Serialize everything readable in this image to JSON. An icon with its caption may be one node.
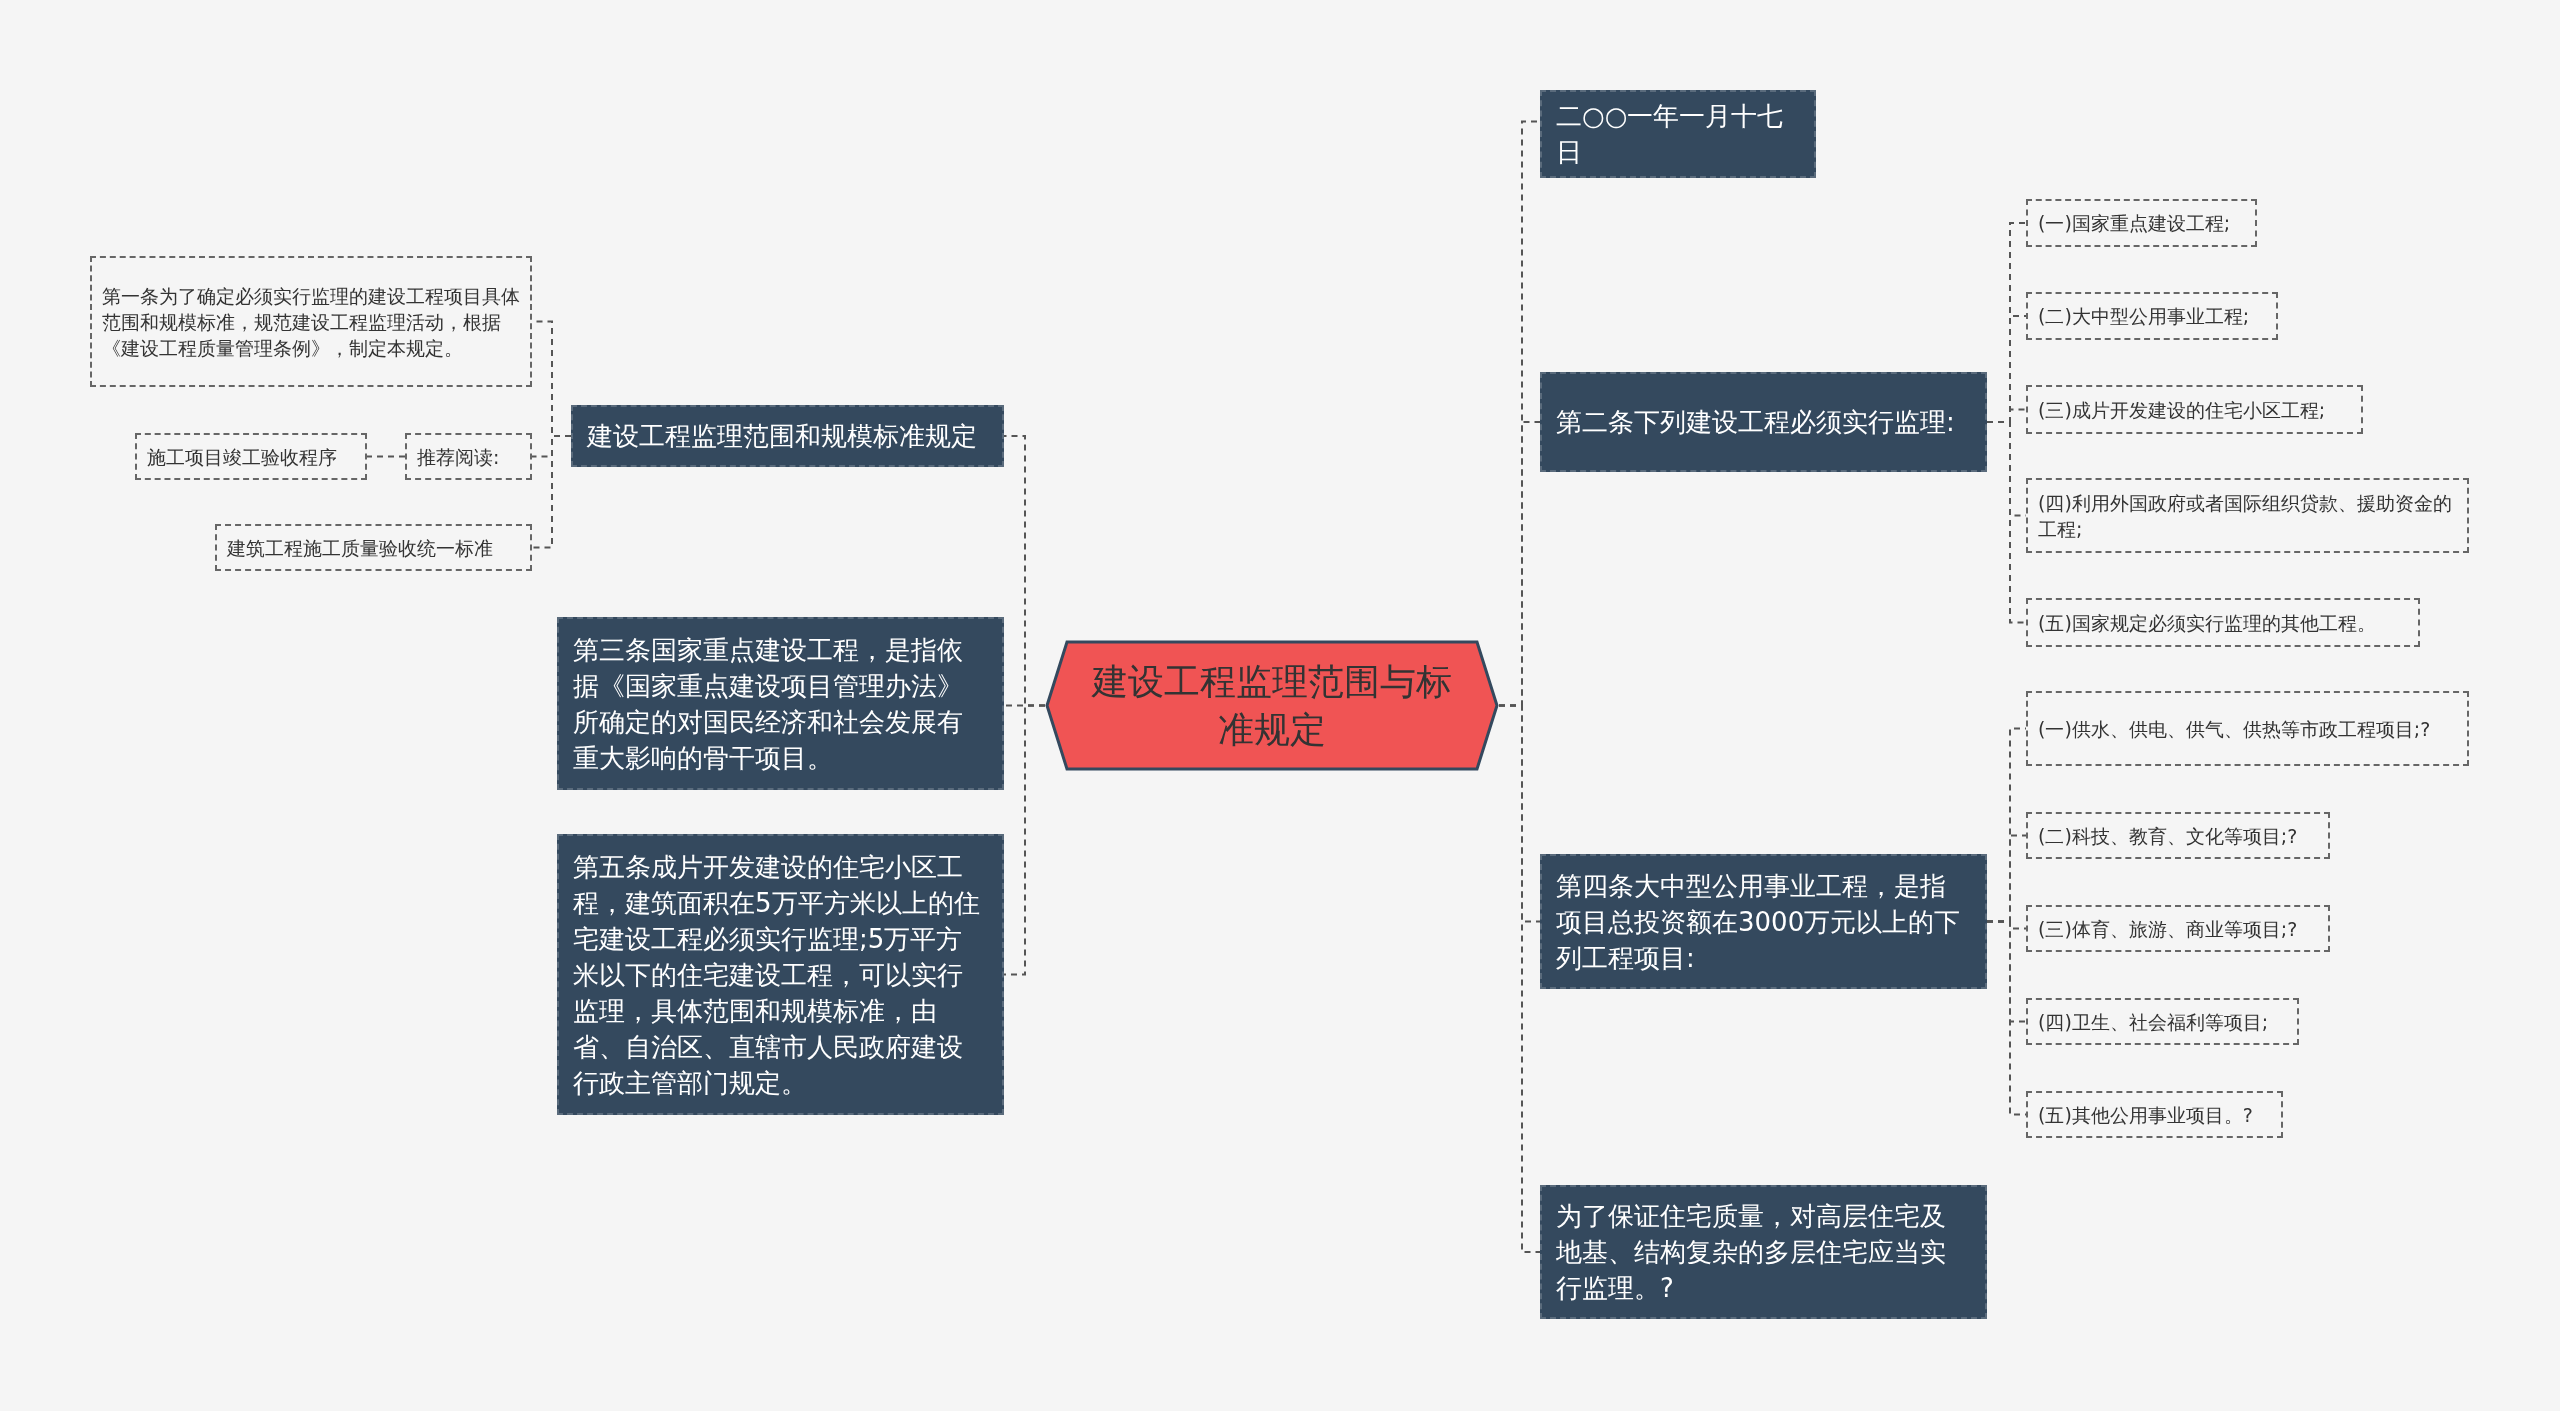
{
  "diagram": {
    "nodes": [
      {
        "text": [
          "建设工程监理范围与标准规定"
        ]
      },
      {
        "text": [
          "建设工程监理范围和规模标准规定"
        ]
      },
      {
        "text": [
          "第一条为了确定必须实行监理的建设工程项目具体范围和规模标准，规范建设工程监理活动，根据《建设工程质量管理条例》，制定本规定。"
        ]
      },
      {
        "text": [
          "推荐阅读:"
        ]
      },
      {
        "text": [
          "施工项目竣工验收程序"
        ]
      },
      {
        "text": [
          "建筑工程施工质量验收统一标准"
        ]
      },
      {
        "text": [
          "第三条国家重点建设工程，是指依据《国家重点建设项目管理办法》所确定的对国民经济和社会发展有重大影响的骨干项目。"
        ]
      },
      {
        "text": [
          "第五条成片开发建设的住宅小区工程，建筑面积在5万平方米以上的住宅建设工程必须实行监理;5万平方米以下的住宅建设工程，可以实行监理，具体范围和规模标准，由省、自治区、直辖市人民政府建设行政主管部门规定。"
        ]
      },
      {
        "text": [
          "二○○一年一月十七日"
        ]
      },
      {
        "text": [
          "第二条下列建设工程必须实行监理:"
        ]
      },
      {
        "text": [
          "(一)国家重点建设工程;"
        ]
      },
      {
        "text": [
          "(二)大中型公用事业工程;"
        ]
      },
      {
        "text": [
          "(三)成片开发建设的住宅小区工程;"
        ]
      },
      {
        "text": [
          "(四)利用外国政府或者国际组织贷款、援助资金的工程;"
        ]
      },
      {
        "text": [
          "(五)国家规定必须实行监理的其他工程。"
        ]
      },
      {
        "text": [
          "第四条大中型公用事业工程，是指项目总投资额在3000万元以上的下列工程项目:"
        ]
      },
      {
        "text": [
          "(一)供水、供电、供气、供热等市政工程项目;?"
        ]
      },
      {
        "text": [
          "(二)科技、教育、文化等项目;?"
        ]
      },
      {
        "text": [
          "(三)体育、旅游、商业等项目;?"
        ]
      },
      {
        "text": [
          "(四)卫生、社会福利等项目;"
        ]
      },
      {
        "text": [
          "(五)其他公用事业项目。?"
        ]
      },
      {
        "text": [
          "为了保证住宅质量，对高层住宅及地基、结构复杂的多层住宅应当实行监理。?"
        ]
      }
    ],
    "edges": [
      {
        "from": 0,
        "to": 1,
        "arrow": "none"
      },
      {
        "from": 0,
        "to": 6,
        "arrow": "none"
      },
      {
        "from": 0,
        "to": 7,
        "arrow": "none"
      },
      {
        "from": 0,
        "to": 8,
        "arrow": "none"
      },
      {
        "from": 0,
        "to": 9,
        "arrow": "none"
      },
      {
        "from": 0,
        "to": 15,
        "arrow": "none"
      },
      {
        "from": 0,
        "to": 21,
        "arrow": "none"
      },
      {
        "from": 1,
        "to": 2,
        "arrow": "none"
      },
      {
        "from": 1,
        "to": 3,
        "arrow": "none"
      },
      {
        "from": 1,
        "to": 5,
        "arrow": "none"
      },
      {
        "from": 3,
        "to": 4,
        "arrow": "none"
      },
      {
        "from": 9,
        "to": 10,
        "arrow": "none"
      },
      {
        "from": 9,
        "to": 11,
        "arrow": "none"
      },
      {
        "from": 9,
        "to": 12,
        "arrow": "none"
      },
      {
        "from": 9,
        "to": 13,
        "arrow": "none"
      },
      {
        "from": 9,
        "to": 14,
        "arrow": "none"
      },
      {
        "from": 15,
        "to": 16,
        "arrow": "none"
      },
      {
        "from": 15,
        "to": 17,
        "arrow": "none"
      },
      {
        "from": 15,
        "to": 18,
        "arrow": "none"
      },
      {
        "from": 15,
        "to": 19,
        "arrow": "none"
      },
      {
        "from": 15,
        "to": 20,
        "arrow": "none"
      }
    ]
  }
}
